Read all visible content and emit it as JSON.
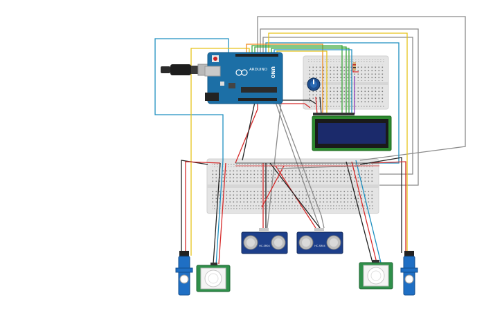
{
  "board": {
    "brand": "ARDUINO",
    "model": "UNO"
  },
  "sensors": {
    "ultrasonic_label": "HC-SR04"
  },
  "colors": {
    "arduino_blue": "#1c6fa6",
    "breadboard": "#e6e6e6",
    "lcd_frame": "#2d8a2f",
    "lcd_screen": "#1b2a6b",
    "servo_blue": "#1f6fc4",
    "pir_green": "#2f8f4a",
    "sonar_blue": "#1d3f8a",
    "wire_red": "#d62a2a",
    "wire_black": "#222222",
    "wire_blue": "#1e8fc0",
    "wire_yellow": "#e6c21a",
    "wire_gray": "#8a8a8a",
    "wire_green": "#3aa63a",
    "wire_orange": "#f08c1e",
    "wire_purple": "#8a3ab9"
  },
  "components": [
    "arduino-uno",
    "mini-breadboard",
    "potentiometer",
    "lcd-16x2",
    "main-breadboard",
    "ultrasonic-sensor",
    "ultrasonic-sensor",
    "servo-motor",
    "servo-motor",
    "pir-sensor",
    "pir-sensor",
    "usb-cable"
  ]
}
